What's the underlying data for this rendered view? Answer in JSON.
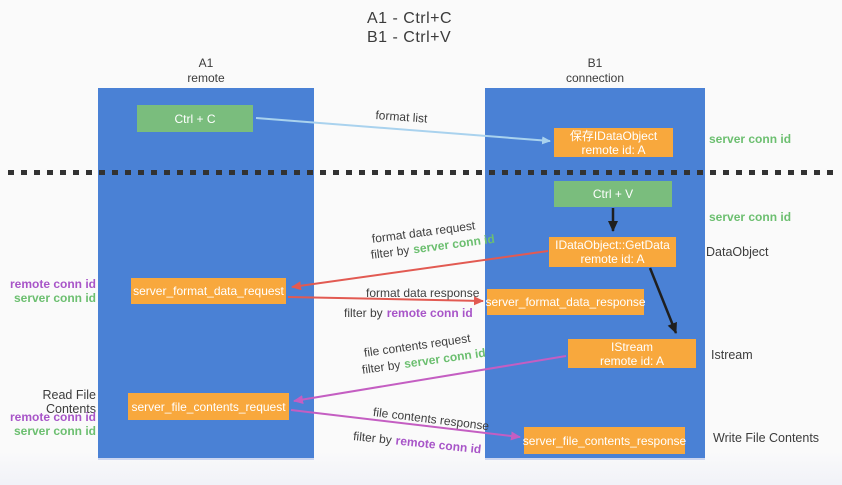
{
  "title": {
    "line1": "A1 - Ctrl+C",
    "line2": "B1 - Ctrl+V"
  },
  "lifelines": {
    "left": {
      "name": "A1",
      "role": "remote"
    },
    "right": {
      "name": "B1",
      "role": "connection"
    }
  },
  "nodes": {
    "ctrl_c": {
      "label": "Ctrl + C"
    },
    "ctrl_v": {
      "label": "Ctrl + V"
    },
    "save_idataobject": {
      "line1": "保存IDataObject",
      "line2": "remote id: A"
    },
    "getdata": {
      "line1": "IDataObject::GetData",
      "line2": "remote id: A"
    },
    "istream": {
      "line1": "IStream",
      "line2": "remote id: A"
    },
    "server_format_data_request": {
      "label": "server_format_data_request"
    },
    "server_format_data_response": {
      "label": "server_format_data_response"
    },
    "server_file_contents_request": {
      "label": "server_file_contents_request"
    },
    "server_file_contents_response": {
      "label": "server_file_contents_response"
    }
  },
  "arrow_labels": {
    "format_list": "format list",
    "format_data_request": "format data request",
    "format_data_response": "format data response",
    "file_contents_request": "file contents request",
    "file_contents_response": "file contents response",
    "filter_by": "filter by",
    "server_conn_id": "server conn id",
    "remote_conn_id": "remote conn id"
  },
  "side_labels": {
    "right_top_server_conn_id": "server conn id",
    "right_mid_server_conn_id": "server conn id",
    "dataobject": "DataObject",
    "istream": "Istream",
    "write_file_contents": "Write File Contents",
    "left_remote_conn_id_top": "remote conn id",
    "left_server_conn_id_top": "server conn id",
    "read_file_contents": "Read File Contents",
    "left_remote_conn_id_bottom": "remote conn id",
    "left_server_conn_id_bottom": "server conn id"
  },
  "colors": {
    "lifeline_blue": "#4a81d5",
    "action_green": "#7abd7d",
    "message_orange": "#f8a83d",
    "arrow_light_blue": "#a9d2ee",
    "arrow_red": "#e25a52",
    "arrow_black": "#1f1f1f",
    "arrow_magenta": "#c45ec2",
    "conn_id_green": "#6cbf70",
    "conn_id_purple": "#a855c8"
  }
}
